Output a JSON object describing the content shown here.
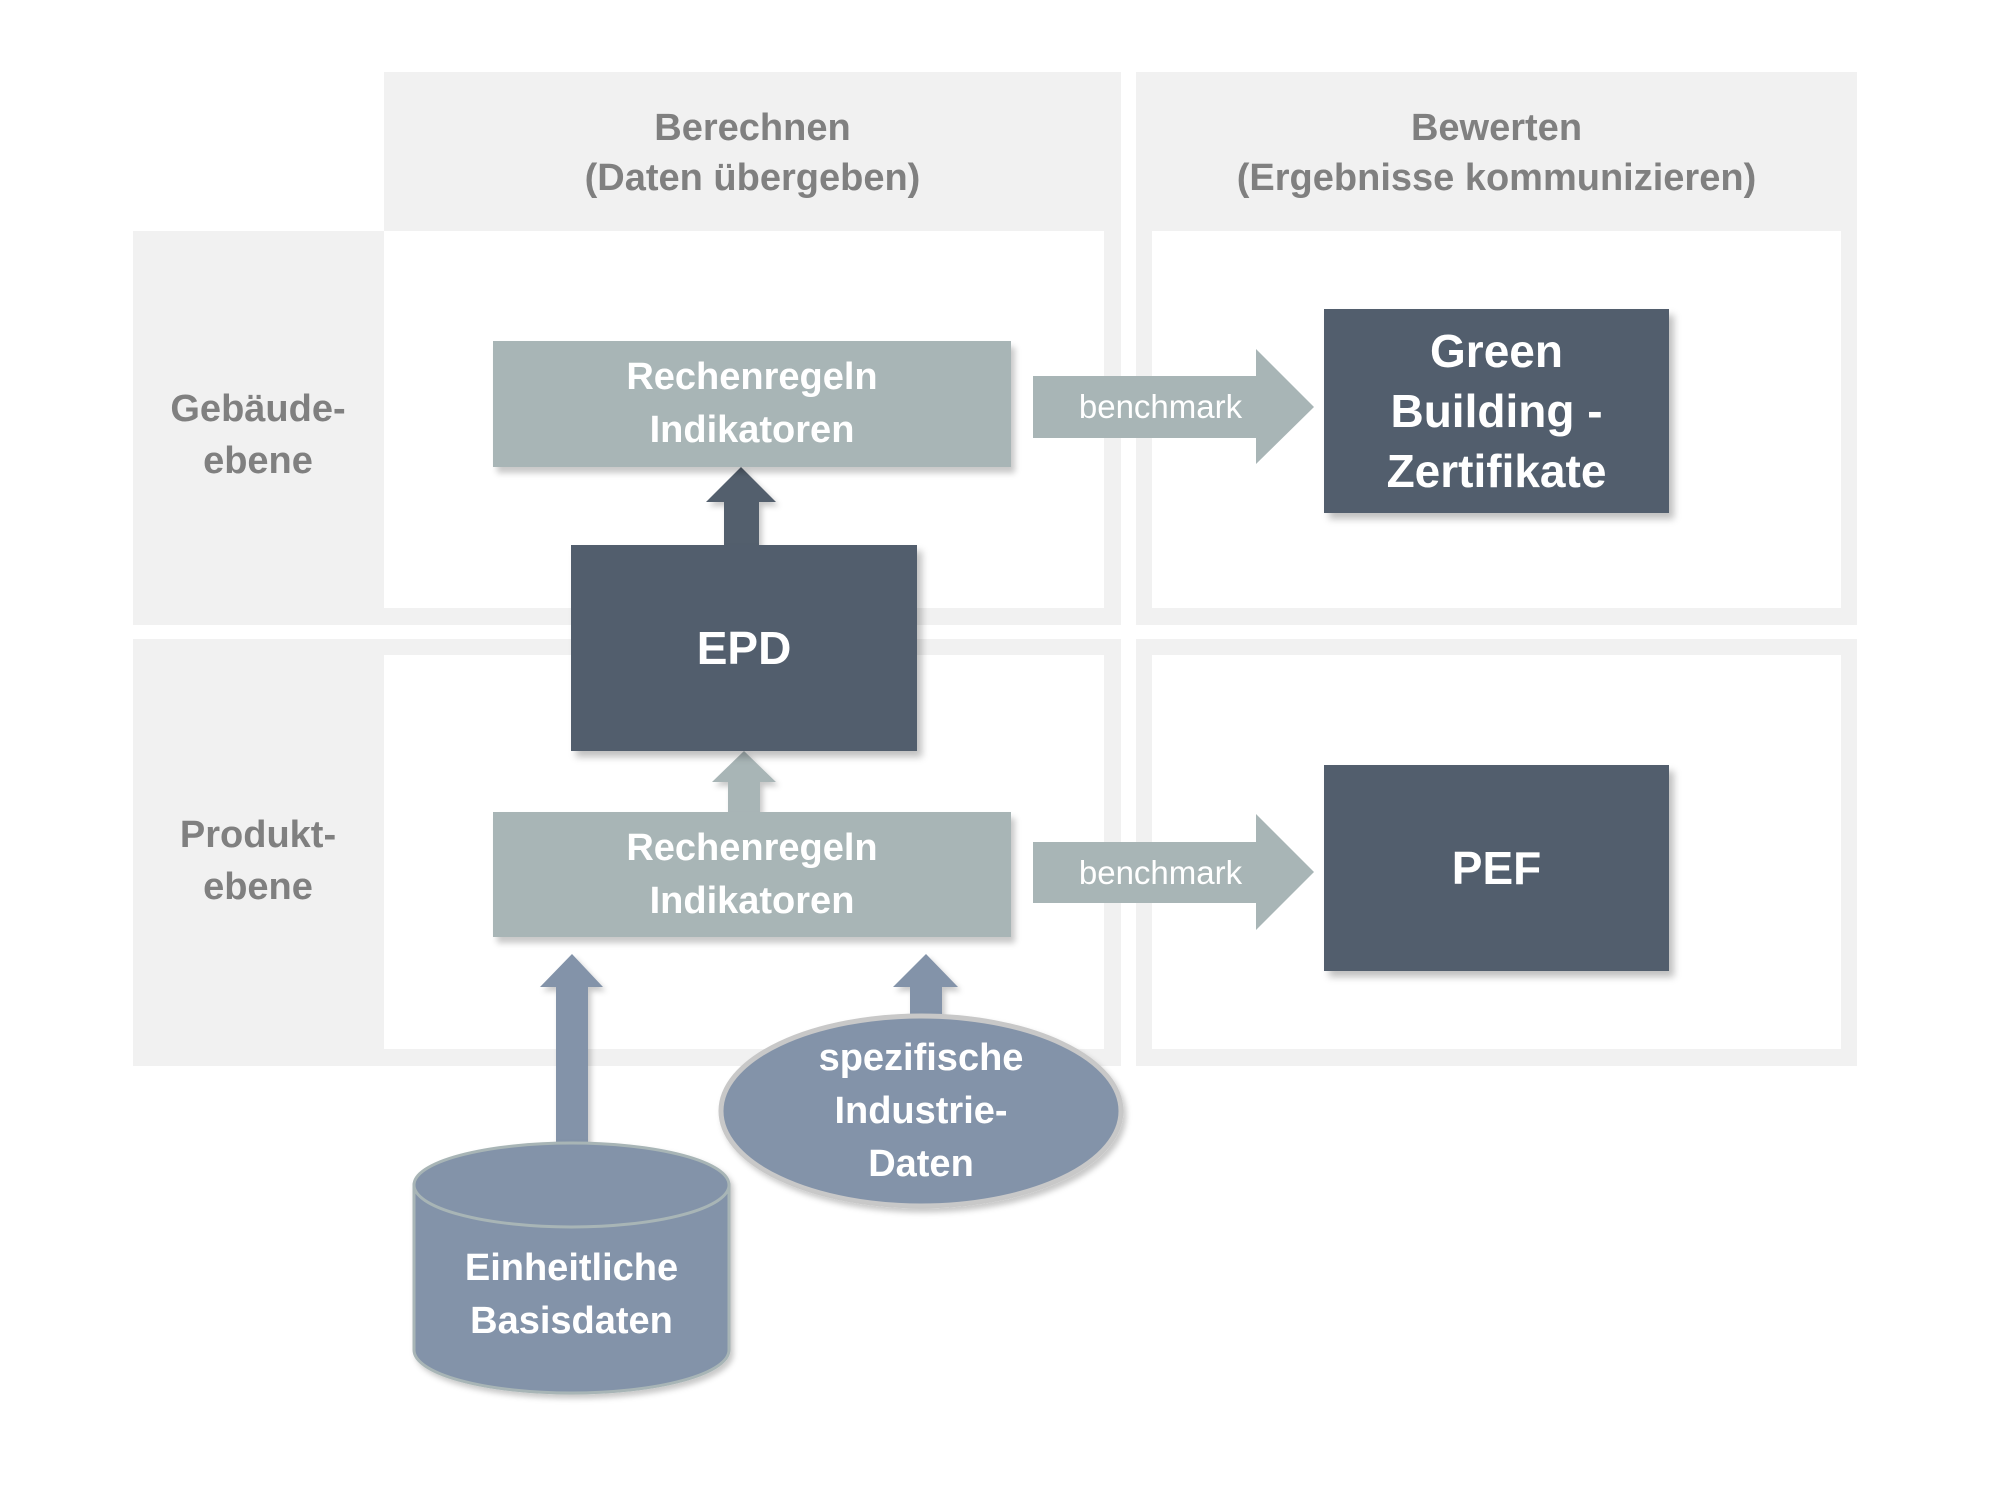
{
  "columns": {
    "calculate": {
      "title": "Berechnen",
      "subtitle": "(Daten übergeben)"
    },
    "evaluate": {
      "title": "Bewerten",
      "subtitle": "(Ergebnisse kommunizieren)"
    }
  },
  "rows": {
    "building": {
      "line1": "Gebäude-",
      "line2": "ebene"
    },
    "product": {
      "line1": "Produkt-",
      "line2": "ebene"
    }
  },
  "nodes": {
    "rules_building": {
      "line1": "Rechenregeln",
      "line2": "Indikatoren"
    },
    "rules_product": {
      "line1": "Rechenregeln",
      "line2": "Indikatoren"
    },
    "epd": {
      "label": "EPD"
    },
    "green_building": {
      "line1": "Green",
      "line2": "Building -",
      "line3": "Zertifikate"
    },
    "pef": {
      "label": "PEF"
    },
    "industry_data": {
      "line1": "spezifische",
      "line2": "Industrie-",
      "line3": "Daten"
    },
    "base_data": {
      "line1": "Einheitliche",
      "line2": "Basisdaten"
    }
  },
  "edges": {
    "benchmark_building": {
      "label": "benchmark"
    },
    "benchmark_product": {
      "label": "benchmark"
    }
  },
  "colors": {
    "panel_grey": "#f1f1f1",
    "label_grey": "#808080",
    "light_box": "#a8b5b6",
    "dark_box": "#525e6d",
    "data_blue": "#8393a9"
  }
}
